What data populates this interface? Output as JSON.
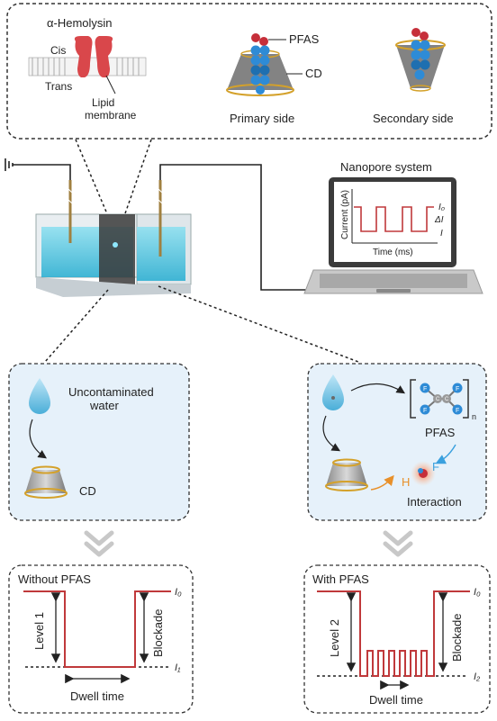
{
  "top_panel": {
    "hemolysin_title": "α-Hemolysin",
    "cis_label": "Cis",
    "trans_label": "Trans",
    "lipid_label_1": "Lipid",
    "lipid_label_2": "membrane",
    "pfas_label": "PFAS",
    "cd_label": "CD",
    "primary_side_label": "Primary side",
    "secondary_side_label": "Secondary side"
  },
  "laptop": {
    "title": "Nanopore system",
    "y_axis_label": "Current (pA)",
    "x_axis_label": "Time (ms)",
    "level_i0": "I₀",
    "level_delta_i": "ΔI",
    "level_i": "I"
  },
  "left_box": {
    "text_line1": "Uncontaminated",
    "text_line2": "water",
    "cd_label": "CD"
  },
  "right_box": {
    "pfas_label": "PFAS",
    "subscript_n": "n",
    "f_label": "F",
    "h_label": "H",
    "interaction_label": "Interaction",
    "atom_f": "F",
    "atom_c": "C"
  },
  "bottom_left": {
    "title": "Without PFAS",
    "level_label": "Level 1",
    "blockade_label": "Blockade",
    "dwell_label": "Dwell time",
    "i0_label": "I₀",
    "i1_label": "I₁"
  },
  "bottom_right": {
    "title": "With PFAS",
    "level_label": "Level 2",
    "blockade_label": "Blockade",
    "dwell_label": "Dwell time",
    "i0_label": "I₀",
    "i2_label": "I₂"
  },
  "colors": {
    "trace_red": "#c0393b",
    "pore_red": "#d9474b",
    "panel_blue": "#e6f1fa",
    "water_cyan": "#4ec6df",
    "bead_blue": "#2e8bd6",
    "ring_gold": "#d4a12a"
  }
}
